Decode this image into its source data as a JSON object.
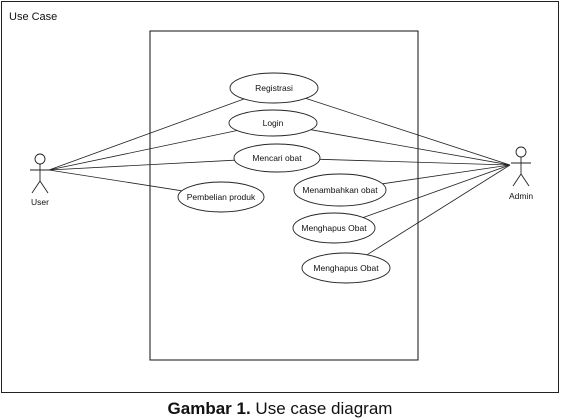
{
  "frame": {
    "title": "Use Case"
  },
  "actors": {
    "user": {
      "label": "User"
    },
    "admin": {
      "label": "Admin"
    }
  },
  "use_cases": [
    {
      "id": "registrasi",
      "label": "Registrasi"
    },
    {
      "id": "login",
      "label": "Login"
    },
    {
      "id": "mencari-obat",
      "label": "Mencari obat"
    },
    {
      "id": "pembelian-produk",
      "label": "Pembelian produk"
    },
    {
      "id": "menambahkan-obat",
      "label": "Menambahkan obat"
    },
    {
      "id": "menghapus-obat-1",
      "label": "Menghapus Obat"
    },
    {
      "id": "menghapus-obat-2",
      "label": "Menghapus Obat"
    }
  ],
  "associations": {
    "user": [
      "registrasi",
      "login",
      "mencari-obat",
      "pembelian-produk"
    ],
    "admin": [
      "registrasi",
      "login",
      "mencari-obat",
      "menambahkan-obat",
      "menghapus-obat-1",
      "menghapus-obat-2"
    ]
  },
  "caption": {
    "label": "Gambar 1.",
    "text": " Use case diagram"
  }
}
